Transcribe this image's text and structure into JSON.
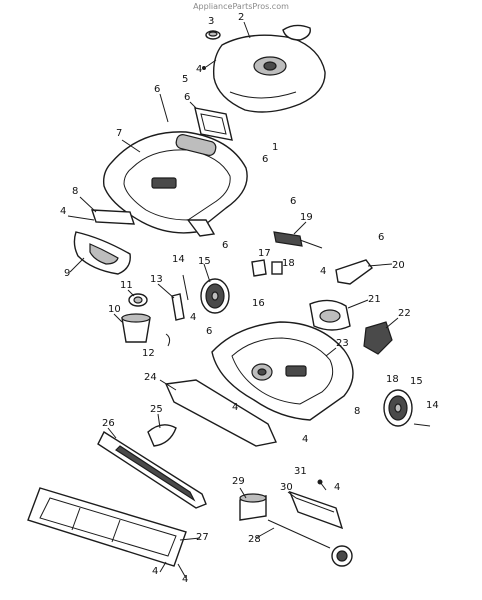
{
  "watermark": "AppliancePartsPros.com",
  "callouts": [
    "2",
    "3",
    "4",
    "5",
    "6",
    "6",
    "6",
    "7",
    "8",
    "4",
    "9",
    "1",
    "6",
    "19",
    "6",
    "20",
    "6",
    "17",
    "18",
    "4",
    "14",
    "15",
    "13",
    "11",
    "16",
    "21",
    "10",
    "4",
    "6",
    "22",
    "12",
    "23",
    "24",
    "4",
    "8",
    "18",
    "15",
    "14",
    "26",
    "25",
    "4",
    "31",
    "29",
    "30",
    "4",
    "27",
    "28",
    "4",
    "4"
  ]
}
